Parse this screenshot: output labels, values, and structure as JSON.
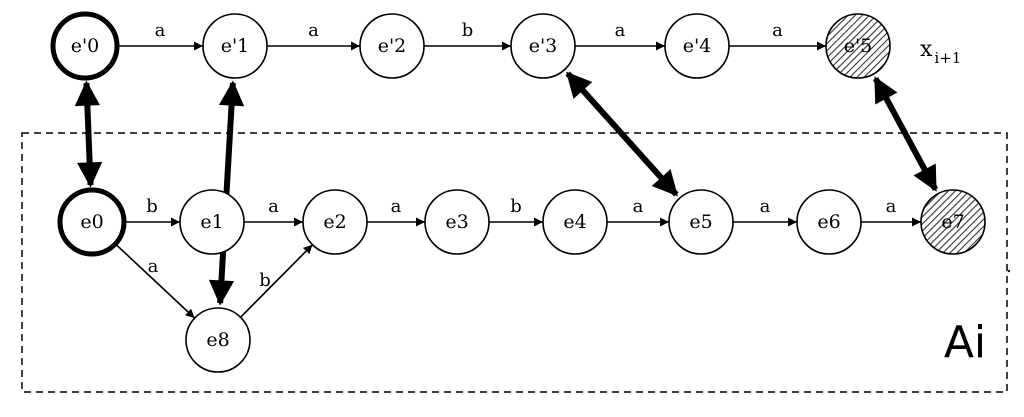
{
  "box_label": "Ai",
  "side_label": {
    "base": "x",
    "subscript": "i+1"
  },
  "trailing_mark": ".",
  "states": [
    {
      "id": "ep0",
      "label": "e'0",
      "kind": "initial"
    },
    {
      "id": "ep1",
      "label": "e'1",
      "kind": "normal"
    },
    {
      "id": "ep2",
      "label": "e'2",
      "kind": "normal"
    },
    {
      "id": "ep3",
      "label": "e'3",
      "kind": "normal"
    },
    {
      "id": "ep4",
      "label": "e'4",
      "kind": "normal"
    },
    {
      "id": "ep5",
      "label": "e'5",
      "kind": "final"
    },
    {
      "id": "e0",
      "label": "e0",
      "kind": "initial"
    },
    {
      "id": "e1",
      "label": "e1",
      "kind": "normal"
    },
    {
      "id": "e2",
      "label": "e2",
      "kind": "normal"
    },
    {
      "id": "e3",
      "label": "e3",
      "kind": "normal"
    },
    {
      "id": "e4",
      "label": "e4",
      "kind": "normal"
    },
    {
      "id": "e5",
      "label": "e5",
      "kind": "normal"
    },
    {
      "id": "e6",
      "label": "e6",
      "kind": "normal"
    },
    {
      "id": "e7",
      "label": "e7",
      "kind": "final"
    },
    {
      "id": "e8",
      "label": "e8",
      "kind": "normal"
    }
  ],
  "transitions": [
    {
      "from": "ep0",
      "to": "ep1",
      "label": "a"
    },
    {
      "from": "ep1",
      "to": "ep2",
      "label": "a"
    },
    {
      "from": "ep2",
      "to": "ep3",
      "label": "b"
    },
    {
      "from": "ep3",
      "to": "ep4",
      "label": "a"
    },
    {
      "from": "ep4",
      "to": "ep5",
      "label": "a"
    },
    {
      "from": "e0",
      "to": "e1",
      "label": "b"
    },
    {
      "from": "e1",
      "to": "e2",
      "label": "a"
    },
    {
      "from": "e2",
      "to": "e3",
      "label": "a"
    },
    {
      "from": "e3",
      "to": "e4",
      "label": "b"
    },
    {
      "from": "e4",
      "to": "e5",
      "label": "a"
    },
    {
      "from": "e5",
      "to": "e6",
      "label": "a"
    },
    {
      "from": "e6",
      "to": "e7",
      "label": "a"
    },
    {
      "from": "e0",
      "to": "e8",
      "label": "a"
    },
    {
      "from": "e8",
      "to": "e2",
      "label": "b"
    }
  ],
  "correspondences": [
    {
      "from": "ep0",
      "to": "e0"
    },
    {
      "from": "ep1",
      "to": "e8"
    },
    {
      "from": "ep3",
      "to": "e5"
    },
    {
      "from": "ep5",
      "to": "e7"
    }
  ]
}
